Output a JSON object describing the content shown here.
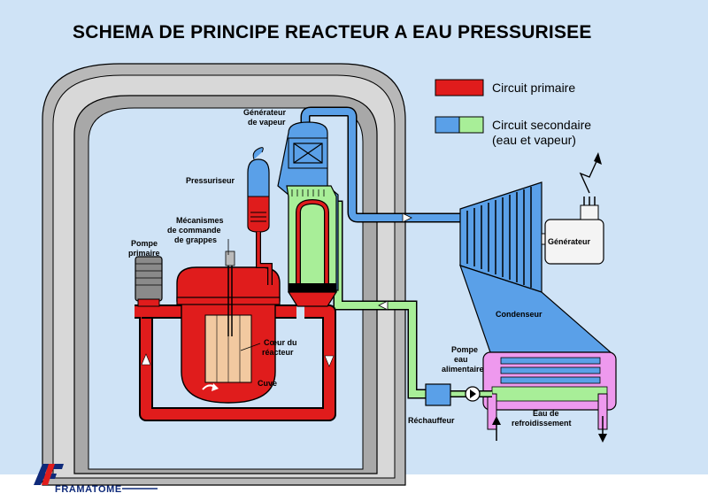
{
  "title": "SCHEMA DE PRINCIPE REACTEUR A EAU PRESSURISEE",
  "legend": {
    "primary": "Circuit primaire",
    "secondary_line1": "Circuit secondaire",
    "secondary_line2": "(eau et vapeur)"
  },
  "labels": {
    "generateur_vapeur_1": "Générateur",
    "generateur_vapeur_2": "de vapeur",
    "pressuriseur": "Pressuriseur",
    "mecanismes_1": "Mécanismes",
    "mecanismes_2": "de commande",
    "mecanismes_3": "de grappes",
    "pompe_primaire_1": "Pompe",
    "pompe_primaire_2": "primaire",
    "coeur_1": "Cœur du",
    "coeur_2": "réacteur",
    "cuve": "Cuve",
    "generateur": "Générateur",
    "condenseur": "Condenseur",
    "pompe_eau_1": "Pompe",
    "pompe_eau_2": "eau",
    "pompe_eau_3": "alimentaire",
    "rechauffeur": "Réchauffeur",
    "eau_refroid_1": "Eau de",
    "eau_refroid_2": "refroidissement"
  },
  "logo": {
    "text": "FRAMATOME"
  },
  "colors": {
    "background": "#cfe3f6",
    "primary": "#e01c1c",
    "steam": "#5aa0e8",
    "water": "#a8ee98",
    "condenser_box": "#ee99ee",
    "containment": "#b8b8b8",
    "core": "#f2c9a0"
  }
}
